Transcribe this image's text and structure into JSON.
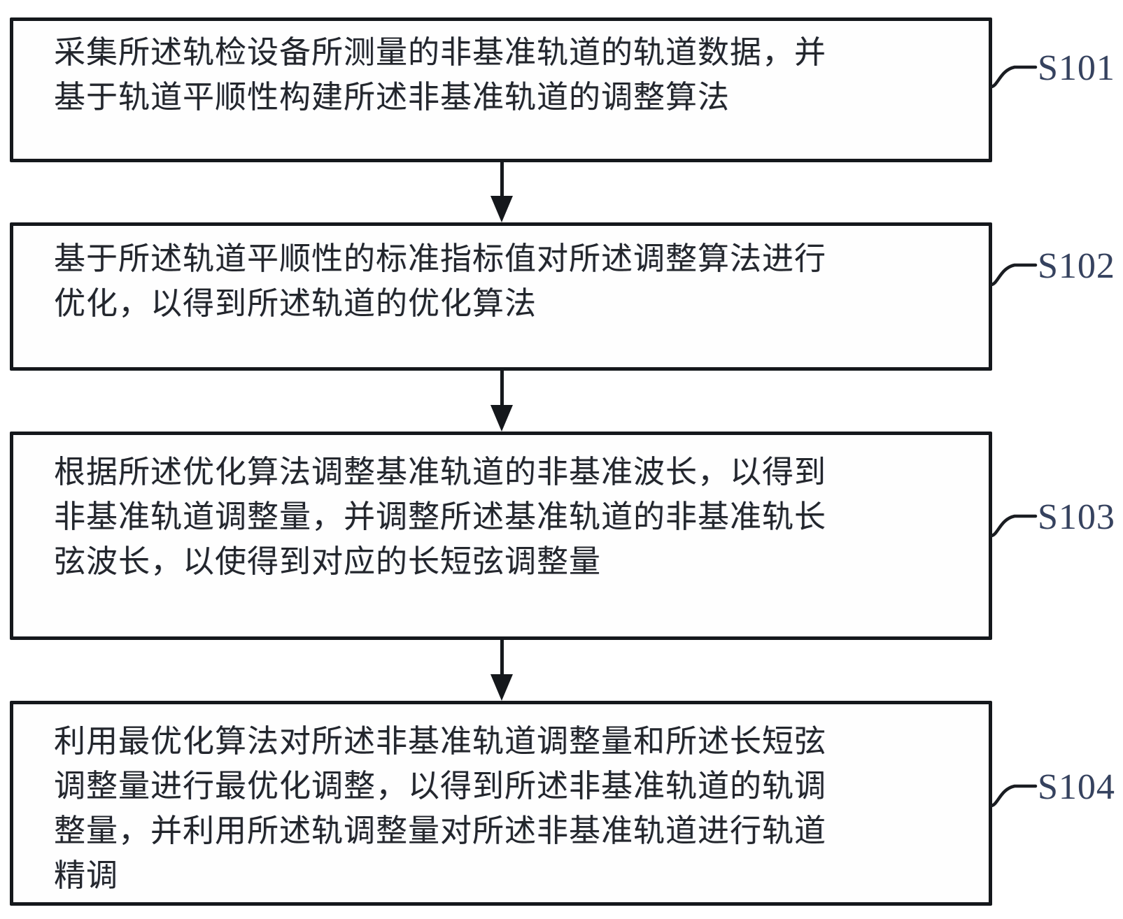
{
  "diagram": {
    "type": "flowchart",
    "orientation": "top-down",
    "colors": {
      "background": "#ffffff",
      "box_border": "#15181c",
      "body_text": "#23262c",
      "step_label": "#35425f",
      "connector_line": "#1a1d22"
    },
    "steps": [
      {
        "label": "S101",
        "lines": [
          "采集所述轨检设备所测量的非基准轨道的轨道数据，并",
          "基于轨道平顺性构建所述非基准轨道的调整算法"
        ]
      },
      {
        "label": "S102",
        "lines": [
          "基于所述轨道平顺性的标准指标值对所述调整算法进行",
          "优化，以得到所述轨道的优化算法"
        ]
      },
      {
        "label": "S103",
        "lines": [
          "根据所述优化算法调整基准轨道的非基准波长，以得到",
          "非基准轨道调整量，并调整所述基准轨道的非基准轨长",
          "弦波长，以使得到对应的长短弦调整量"
        ]
      },
      {
        "label": "S104",
        "lines": [
          "利用最优化算法对所述非基准轨道调整量和所述长短弦",
          "调整量进行最优化调整，以得到所述非基准轨道的轨调",
          "整量，并利用所述轨调整量对所述非基准轨道进行轨道",
          "精调"
        ]
      }
    ]
  }
}
